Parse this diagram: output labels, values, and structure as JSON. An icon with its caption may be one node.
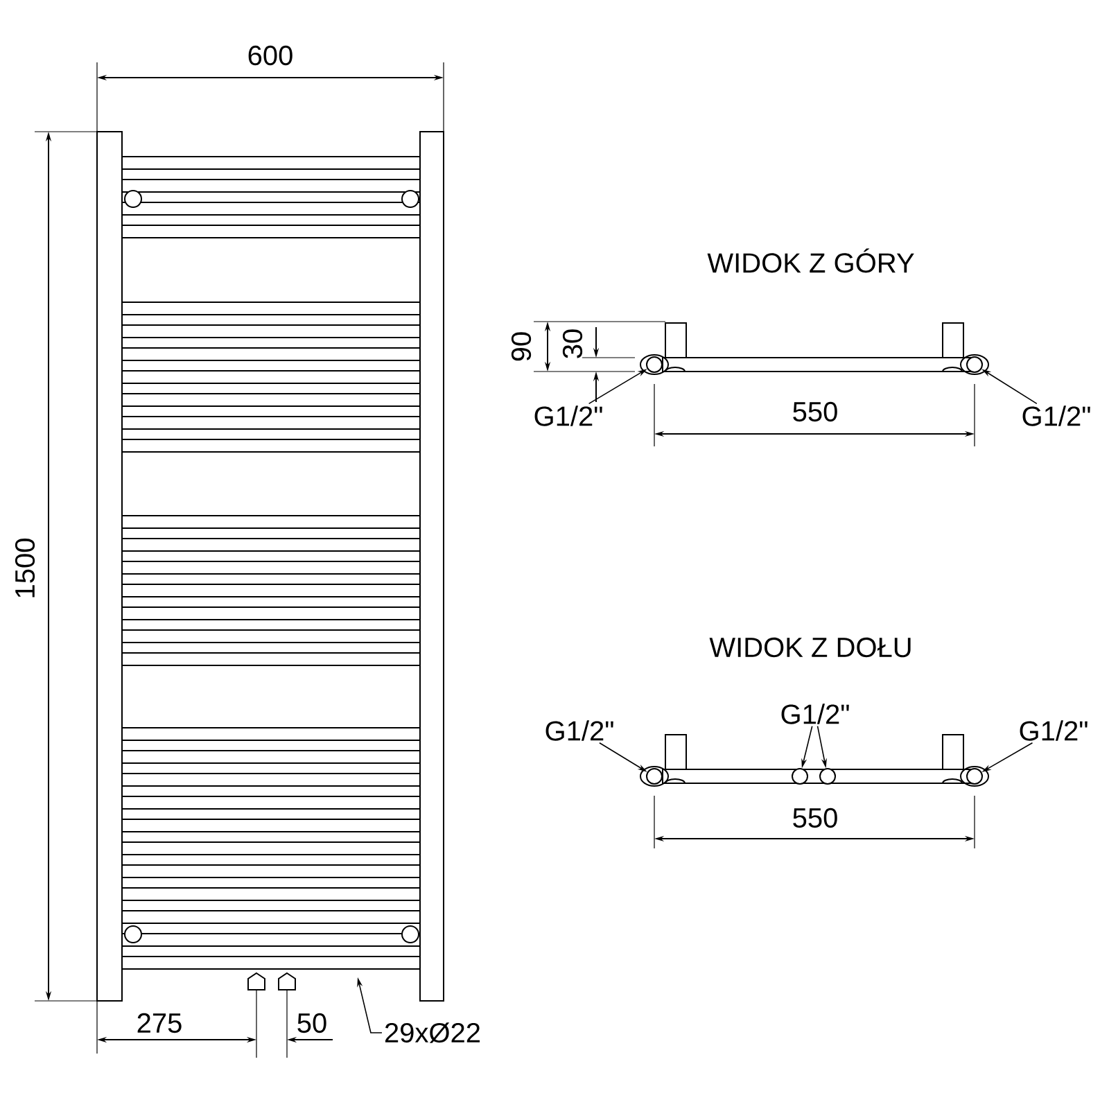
{
  "diagram": {
    "nodes": [
      {
        "text": [
          "G1/2\""
        ]
      },
      {
        "text": [],
        "shape": "circle"
      },
      {
        "text": [
          "G1/2\""
        ]
      },
      {
        "text": [],
        "shape": "circle"
      },
      {
        "text": [
          "G1/2\""
        ]
      },
      {
        "text": [],
        "shape": "circle"
      },
      {
        "text": [
          "G1/2\""
        ]
      },
      {
        "text": [],
        "shape": "circle"
      },
      {
        "text": [],
        "shape": "circle"
      },
      {
        "text": [
          "G1/2\""
        ]
      },
      {
        "text": [],
        "shape": "circle"
      },
      {
        "text": [
          "29xØ22"
        ]
      }
    ],
    "edges": [
      {
        "from": 0,
        "to": 1,
        "arrow": "to"
      },
      {
        "from": 2,
        "to": 3,
        "arrow": "to"
      },
      {
        "from": 4,
        "to": 5,
        "arrow": "to"
      },
      {
        "from": 6,
        "to": 7,
        "arrow": "to"
      },
      {
        "from": 6,
        "to": 8,
        "arrow": "to"
      },
      {
        "from": 9,
        "to": 10,
        "arrow": "to"
      },
      {
        "from": 11,
        "to": null,
        "arrow": "to"
      }
    ],
    "labels": [
      "600",
      "1500",
      "WIDOK Z GÓRY",
      "90",
      "30",
      "550",
      "WIDOK Z DOŁU",
      "550",
      "275",
      "50"
    ]
  }
}
